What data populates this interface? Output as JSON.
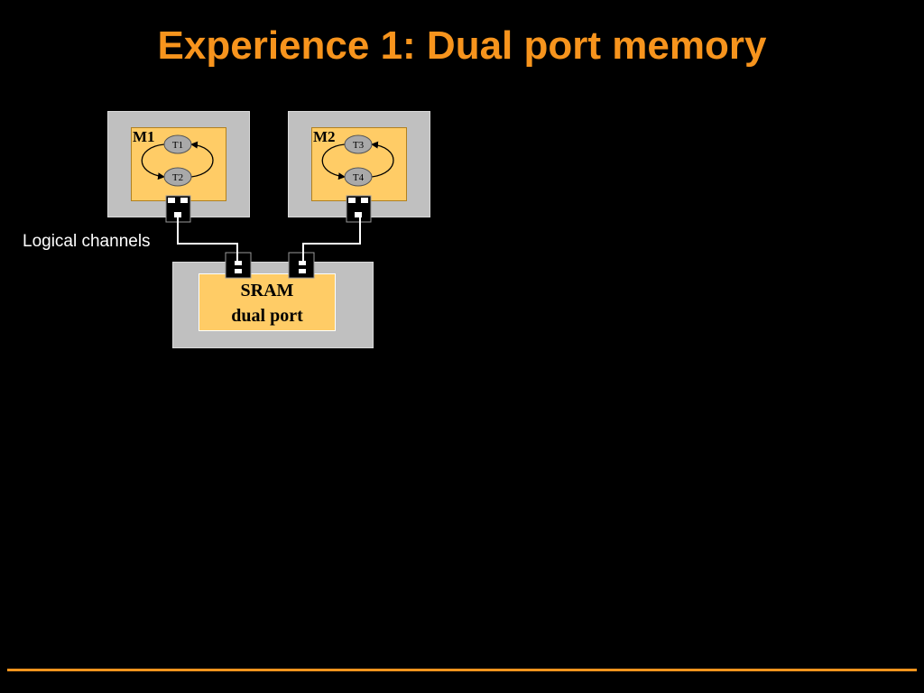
{
  "slide": {
    "title": "Experience 1: Dual port memory",
    "channel_label": "Logical channels"
  },
  "modules": [
    {
      "name": "M1",
      "tasks": [
        "T1",
        "T2"
      ]
    },
    {
      "name": "M2",
      "tasks": [
        "T3",
        "T4"
      ]
    }
  ],
  "memory": {
    "line1": "SRAM",
    "line2": "dual port"
  },
  "colors": {
    "accent": "#f7941d",
    "module_fill": "#ffcc66",
    "frame": "#c0c0c0",
    "task_node": "#a9a9a9"
  }
}
